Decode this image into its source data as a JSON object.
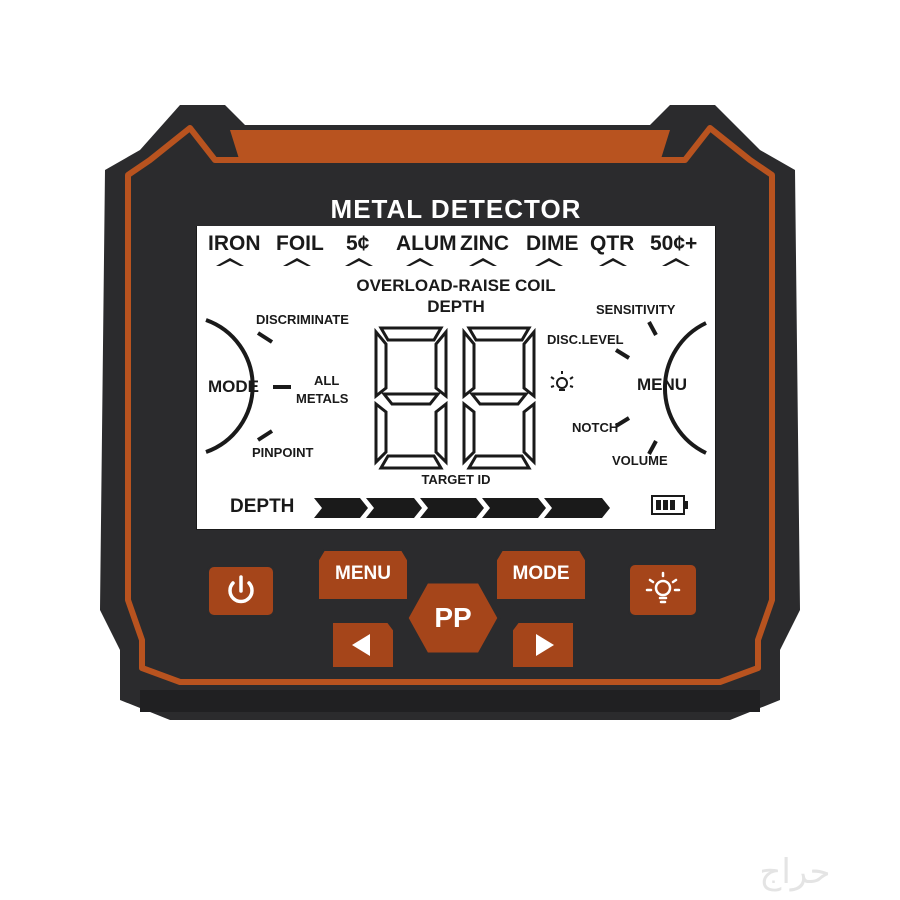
{
  "device": {
    "title": "METAL DETECTOR",
    "body_color": "#2b2b2d",
    "accent_color": "#b8531f",
    "screen_color": "#ffffff"
  },
  "screen": {
    "metal_types": [
      "IRON",
      "FOIL",
      "5¢",
      "ALUM",
      "ZINC",
      "DIME",
      "QTR",
      "50¢+"
    ],
    "overload_label": "OVERLOAD-RAISE COIL",
    "depth_top_label": "DEPTH",
    "target_id_label": "TARGET ID",
    "mode_dial": {
      "label": "MODE",
      "options": [
        "DISCRIMINATE",
        "ALL",
        "METALS",
        "PINPOINT"
      ]
    },
    "menu_dial": {
      "label": "MENU",
      "options": [
        "SENSITIVITY",
        "DISC.LEVEL",
        "NOTCH",
        "VOLUME"
      ]
    },
    "depth_bar_label": "DEPTH",
    "digits": "88",
    "light_icon": "bulb-icon",
    "battery_icon": "battery-icon"
  },
  "buttons": {
    "power_icon": "power-icon",
    "menu": "MENU",
    "mode": "MODE",
    "pp": "PP",
    "light_icon": "bulb-icon",
    "left_icon": "arrow-left-icon",
    "right_icon": "arrow-right-icon"
  },
  "watermark": "حراج"
}
